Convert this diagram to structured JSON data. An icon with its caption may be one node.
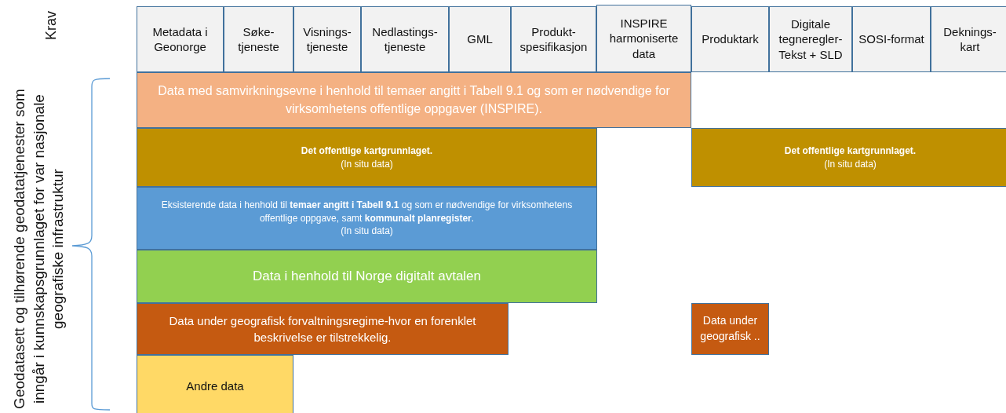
{
  "diagram": {
    "nodes": [
      {
        "text": [
          "Metadata i Geonorge"
        ]
      },
      {
        "text": [
          "Søke-tjeneste"
        ]
      },
      {
        "text": [
          "Visnings-tjeneste"
        ]
      },
      {
        "text": [
          "Nedlastings-tjeneste"
        ]
      },
      {
        "text": [
          "GML"
        ]
      },
      {
        "text": [
          "Produkt-spesifikasjon"
        ]
      },
      {
        "text": [
          "INSPIRE harmoniserte data"
        ]
      },
      {
        "text": [
          "Produktark"
        ]
      },
      {
        "text": [
          "Digitale tegneregler-Tekst + SLD"
        ]
      },
      {
        "text": [
          "SOSI-format"
        ]
      },
      {
        "text": [
          "Deknings-kart"
        ]
      },
      {
        "text": [
          "Data med samvirkningsevne i henhold til temaer angitt i Tabell 9.1 og som er nødvendige for virksomhetens offentlige oppgaver (INSPIRE)."
        ]
      },
      {
        "text": [
          "Det offentlige kartgrunnlaget.",
          "(In situ data)"
        ]
      },
      {
        "text": [
          "Det offentlige kartgrunnlaget.",
          "(In situ data)"
        ]
      },
      {
        "text": [
          "Eksisterende data i henhold til **temaer angitt i Tabell 9.1** og som er nødvendige for virksomhetens offentlige oppgave, samt **kommunalt planregister**.",
          "(In situ data)"
        ]
      },
      {
        "text": [
          "Data i henhold til Norge digitalt avtalen"
        ]
      },
      {
        "text": [
          "Data under geografisk forvaltningsregime-hvor en forenklet beskrivelse er tilstrekkelig."
        ]
      },
      {
        "text": [
          "Data under geografisk .."
        ]
      },
      {
        "text": [
          "Andre data"
        ]
      }
    ],
    "labels": [
      "Krav",
      "Geodatasett og tilhørende geodatatjenester som inngår i kunnskapsgrunnlaget for var nasjonale geografiske infrastruktur"
    ]
  }
}
